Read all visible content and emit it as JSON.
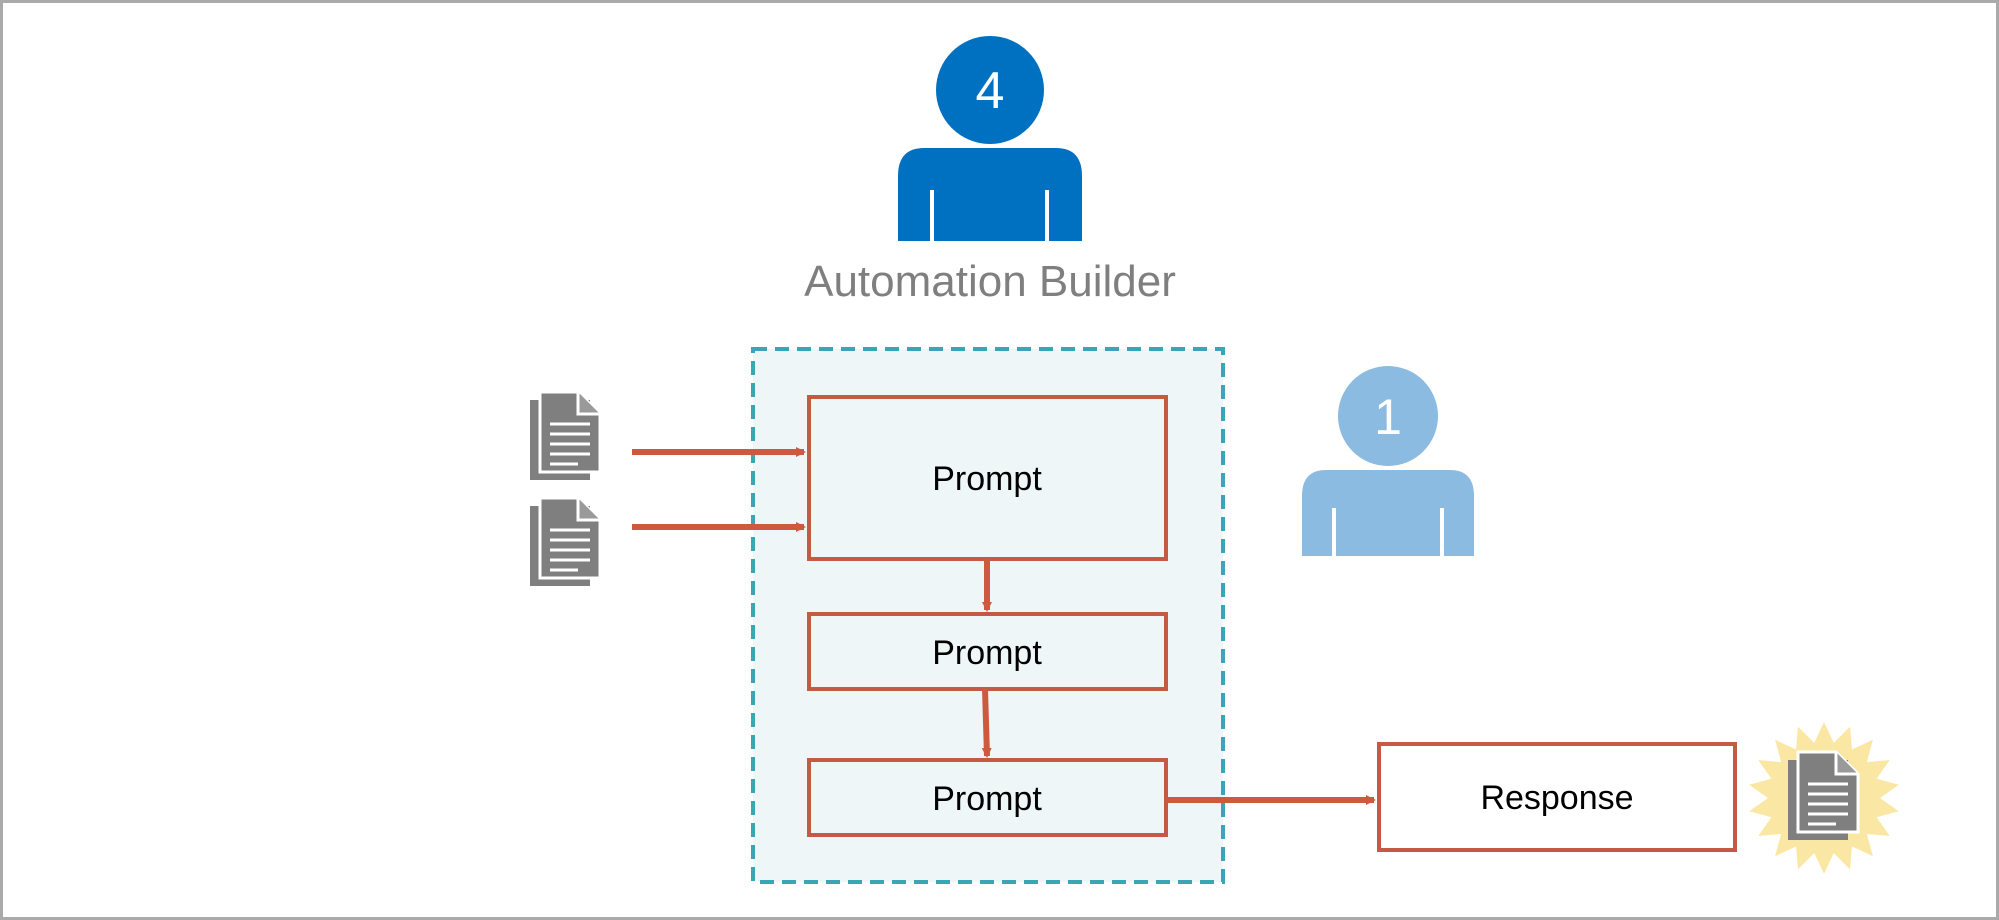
{
  "builder": {
    "badge": "4",
    "label": "Automation Builder"
  },
  "user": {
    "badge": "1"
  },
  "pipeline": {
    "prompts": [
      {
        "label": "Prompt"
      },
      {
        "label": "Prompt"
      },
      {
        "label": "Prompt"
      }
    ],
    "response": {
      "label": "Response"
    }
  },
  "inputs": [
    {
      "icon": "document-icon"
    },
    {
      "icon": "document-icon"
    }
  ],
  "output": {
    "icon": "document-icon",
    "highlight": "starburst"
  },
  "colors": {
    "builder_blue": "#0070c0",
    "user_blue": "#8bbbe0",
    "arrow": "#cd5a3e",
    "box_border": "#c55a44",
    "container_border": "#3aa5b5",
    "container_fill": "#eef6f7",
    "doc_gray": "#7f7f7f",
    "label_gray": "#7f7f7f",
    "burst": "#fbe7a4",
    "frame": "#aaaaaa"
  }
}
